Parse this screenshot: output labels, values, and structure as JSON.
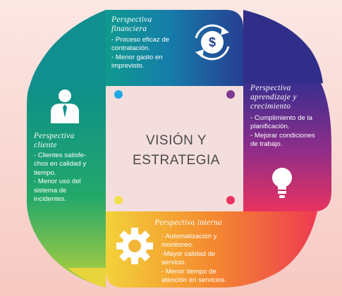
{
  "center": {
    "line1": "VISIÓN Y",
    "line2": "ESTRATEGIA"
  },
  "panels": {
    "financiera": {
      "title_line1": "Perspectiva",
      "title_line2": "financiera",
      "lines": [
        "-  Proceso eficaz de",
        "contratación.",
        "- Menor gasto en",
        "imprevisto."
      ],
      "icon": "dollar-refresh-icon"
    },
    "aprendizaje": {
      "title_line1": "Perspectiva",
      "title_line2": "aprendizaje y",
      "title_line3": "crecimiento",
      "lines": [
        "- Cumplimiento de la",
        "planificación.",
        "- Mejorar condiciones",
        "de trabajo."
      ],
      "icon": "lightbulb-icon"
    },
    "interna": {
      "title_line1": "Perspectiva interna",
      "lines": [
        "-  Automatización y",
        "monitoreo.",
        "-Mayor calidad de",
        "servicio.",
        "- Menor tiempo de",
        "atención en servicios."
      ],
      "icon": "gear-icon"
    },
    "cliente": {
      "title_line1": "Perspectiva",
      "title_line2": "cliente",
      "lines": [
        "- Clientes satisfe-",
        "chos en   calidad y",
        "tiempo.",
        "- Menor uso del",
        "sistema de",
        "incidentes."
      ],
      "icon": "businessman-icon"
    }
  },
  "colors": {
    "background": "#f9d6d1",
    "financiera": "#1e4f9c",
    "aprendizaje": "#8c2d8a",
    "interna": "#f0532e",
    "cliente": "#109a7e",
    "dot_cyan": "#1fa9e1",
    "dot_purple": "#7e3a93",
    "dot_yellow": "#f1e04a",
    "center_fill": "#f4dedd"
  }
}
